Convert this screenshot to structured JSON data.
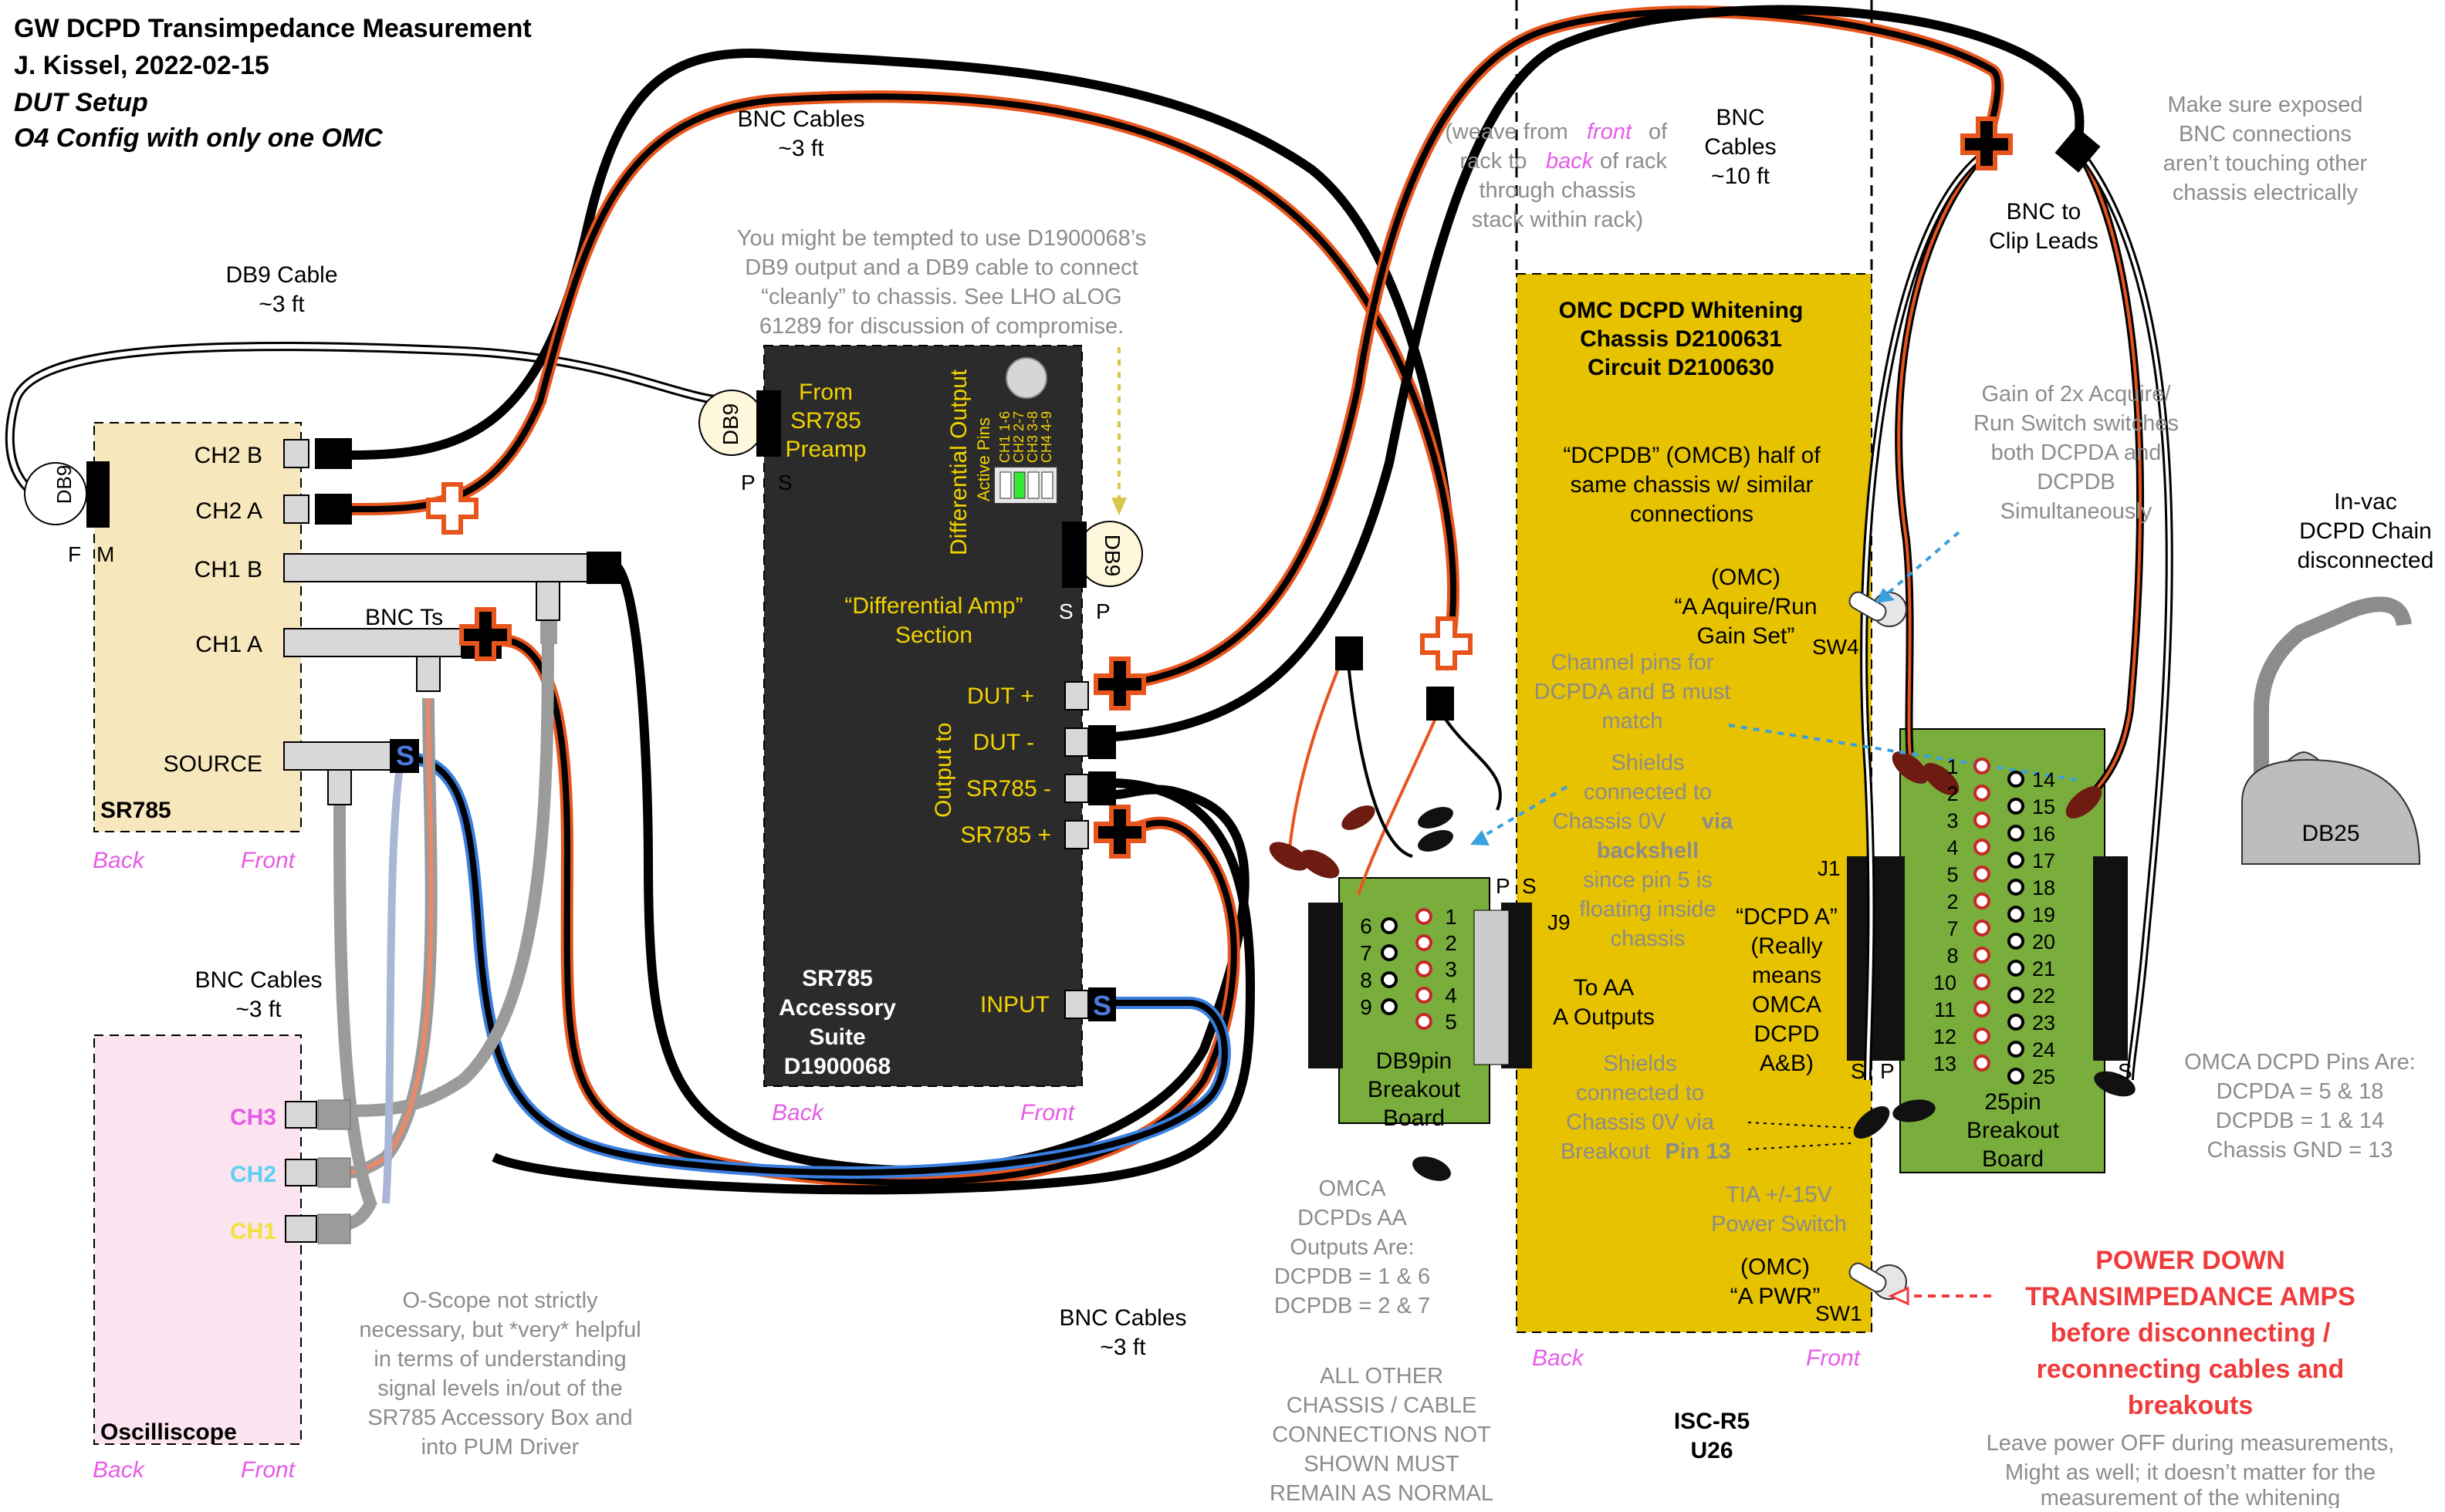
{
  "header": {
    "title": "GW DCPD Transimpedance Measurement",
    "author_date": "J. Kissel, 2022-02-15",
    "subtitle1": "DUT Setup",
    "subtitle2": "O4 Config with only one OMC"
  },
  "cables": {
    "db9_cable": [
      "DB9 Cable",
      "~3 ft"
    ],
    "bnc_top": [
      "BNC Cables",
      "~3 ft"
    ],
    "bnc_left": [
      "BNC Cables",
      "~3 ft"
    ],
    "bnc_bottom": [
      "BNC Cables",
      "~3 ft"
    ],
    "bnc_rack": [
      "BNC",
      "Cables",
      "~10 ft"
    ],
    "bnc_ts": "BNC Ts",
    "bnc_clip": [
      "BNC to",
      "Clip Leads"
    ]
  },
  "sr785": {
    "name": "SR785",
    "db9": "DB9",
    "f": "F",
    "m": "M",
    "ch2b": "CH2 B",
    "ch2a": "CH2 A",
    "ch1b": "CH1 B",
    "ch1a": "CH1 A",
    "source": "SOURCE",
    "back": "Back",
    "front": "Front"
  },
  "oscilloscope": {
    "name": "Oscilliscope",
    "ch3": "CH3",
    "ch2": "CH2",
    "ch1": "CH1",
    "back": "Back",
    "front": "Front",
    "note": [
      "O-Scope not strictly",
      "necessary, but *very* helpful",
      "in terms of understanding",
      "signal levels in/out of the",
      "SR785 Accessory Box and",
      "into PUM Driver"
    ]
  },
  "accessory": {
    "name": [
      "SR785",
      "Accessory",
      "Suite",
      "D1900068"
    ],
    "from": [
      "From",
      "SR785",
      "Preamp"
    ],
    "diff_output": "Differential Output",
    "active_pins": "Active Pins",
    "pins": [
      "CH1 1-6",
      "CH2 2-7",
      "CH3 3-8",
      "CH4 4-9"
    ],
    "db9_left": "DB9",
    "db9_right": "DB9",
    "p": "P",
    "s": "S",
    "section": [
      "“Differential Amp”",
      "Section"
    ],
    "output_to": "Output to",
    "dut_plus": "DUT +",
    "dut_minus": "DUT -",
    "sr785_minus": "SR785 -",
    "sr785_plus": "SR785 +",
    "input": "INPUT",
    "back": "Back",
    "front": "Front",
    "tempted_note": [
      "You might be tempted to use D1900068’s",
      "DB9 output and a DB9 cable to connect",
      "“cleanly” to chassis. See LHO aLOG",
      "61289 for discussion of compromise."
    ]
  },
  "db9_breakout": {
    "pins_left": [
      "6",
      "7",
      "8",
      "9"
    ],
    "pins_right": [
      "1",
      "2",
      "3",
      "4",
      "5"
    ],
    "label": [
      "DB9pin",
      "Breakout",
      "Board"
    ],
    "j9": "J9",
    "p": "P",
    "s": "S",
    "omca_note": [
      "OMCA",
      "DCPDs AA",
      "Outputs Are:",
      "DCPDB = 1 & 6",
      "DCPDB = 2 & 7"
    ],
    "all_other": [
      "ALL OTHER",
      "CHASSIS / CABLE",
      "CONNECTIONS NOT",
      "SHOWN MUST",
      "REMAIN AS NORMAL"
    ]
  },
  "chassis": {
    "title": [
      "OMC DCPD Whitening",
      "Chassis D2100631",
      "Circuit D2100630"
    ],
    "dcpdb_half": [
      "“DCPDB” (OMCB) half of",
      "same chassis w/ similar",
      "connections"
    ],
    "sw4_label": [
      "(OMC)",
      "“A Aquire/Run",
      "Gain Set”"
    ],
    "sw4": "SW4",
    "channel_pins": [
      "Channel pins for",
      "DCPDA and B must",
      "match"
    ],
    "shields1": [
      "Shields",
      "connected to",
      "Chassis 0V",
      "via",
      "backshell",
      "since pin 5 is",
      "floating inside",
      "chassis"
    ],
    "to_aa": [
      "To AA",
      "A Outputs"
    ],
    "dcpd_a": [
      "“DCPD A”",
      "(Really",
      "means",
      "OMCA",
      "DCPD",
      "A&B)"
    ],
    "shields2": [
      "Shields",
      "connected to",
      "Chassis 0V via",
      "Breakout",
      "Pin 13"
    ],
    "tia": [
      "TIA +/-15V",
      "Power Switch"
    ],
    "sw1_label": [
      "(OMC)",
      "“A PWR”"
    ],
    "sw1": "SW1",
    "back": "Back",
    "front": "Front",
    "j1": "J1",
    "s": "S",
    "p": "P",
    "rack": [
      "ISC-R5",
      "U26"
    ],
    "weave": [
      "(weave from",
      "front",
      "of",
      "rack to",
      "back",
      "of rack",
      "through chassis",
      "stack within rack)"
    ]
  },
  "breakout25": {
    "pins_left": [
      "1",
      "2",
      "3",
      "4",
      "5",
      "2",
      "7",
      "8",
      "10",
      "11",
      "12",
      "13"
    ],
    "pins_right": [
      "14",
      "15",
      "16",
      "17",
      "18",
      "19",
      "20",
      "21",
      "22",
      "23",
      "24",
      "25"
    ],
    "label": [
      "25pin",
      "Breakout",
      "Board"
    ],
    "s": "S"
  },
  "right_notes": {
    "make_sure": [
      "Make sure exposed",
      "BNC connections",
      "aren’t touching other",
      "chassis electrically"
    ],
    "gain_note": [
      "Gain of 2x Acquire/",
      "Run Switch switches",
      "both DCPDA and",
      "DCPDB",
      "Simultaneously"
    ],
    "invac": [
      "In-vac",
      "DCPD Chain",
      "disconnected"
    ],
    "db25": "DB25",
    "omca_pins": [
      "OMCA DCPD Pins Are:",
      "DCPDA = 5 & 18",
      "DCPDB = 1 & 14",
      "Chassis GND = 13"
    ],
    "power_down": [
      "POWER DOWN",
      "TRANSIMPEDANCE AMPS",
      "before disconnecting /",
      "reconnecting cables and",
      "breakouts"
    ],
    "leave_power": [
      "Leave power OFF during measurements,",
      "Might as well; it doesn’t matter for the",
      "measurement of the whitening"
    ]
  },
  "colors": {
    "chassis_yellow": "#e6c200",
    "breakout_green": "#7aae3c",
    "sr785_fill": "#f7e7bd",
    "scope_fill": "#fbe3ef",
    "accessory_fill": "#2b2b2b",
    "orange_cable": "#e8551c",
    "blue_cable": "#3a7fe0",
    "grey_cable": "#9b9b9b",
    "red_text": "#ef3b3b"
  }
}
